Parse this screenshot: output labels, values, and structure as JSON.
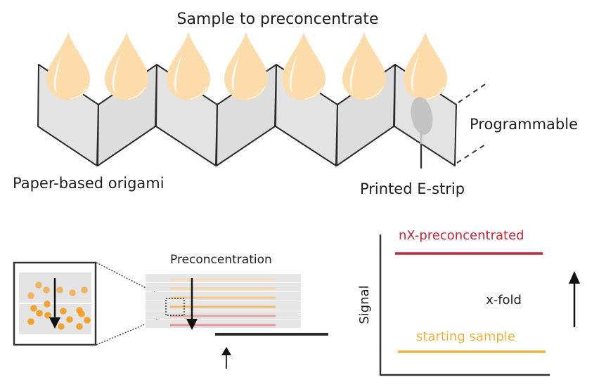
{
  "figure": {
    "top_panel": {
      "title": "Sample to preconcentrate",
      "label_origami": "Paper-based origami",
      "label_programmable": "Programmable",
      "label_estrip": "Printed E-strip",
      "drop_count": 7
    },
    "bottom_left_panel": {
      "label": "Preconcentration",
      "layers": [
        {
          "color": "#f6dcb8"
        },
        {
          "color": "#f5d6a6"
        },
        {
          "color": "#f2c98a"
        },
        {
          "color": "#f0bd6c"
        },
        {
          "color": "#e6a3a0"
        },
        {
          "color": "#e29595"
        }
      ]
    },
    "signal_plot": {
      "ylabel": "Signal",
      "high_label": "nX-preconcentrated",
      "low_label": "starting sample",
      "arrow_label": "x-fold"
    }
  },
  "colors": {
    "drop": "#fddcab",
    "paper": "#e2e2e2",
    "outline": "#2a2a2a",
    "preconcentrated": "#c0283a",
    "starting": "#f0b23c",
    "particle": "#f29a1c",
    "estrip": "#bdbdbd"
  },
  "chart_data": {
    "type": "line",
    "title": "",
    "xlabel": "",
    "ylabel": "Signal",
    "series": [
      {
        "name": "nX-preconcentrated",
        "level": "high"
      },
      {
        "name": "starting sample",
        "level": "low"
      }
    ],
    "annotations": [
      "x-fold"
    ]
  }
}
